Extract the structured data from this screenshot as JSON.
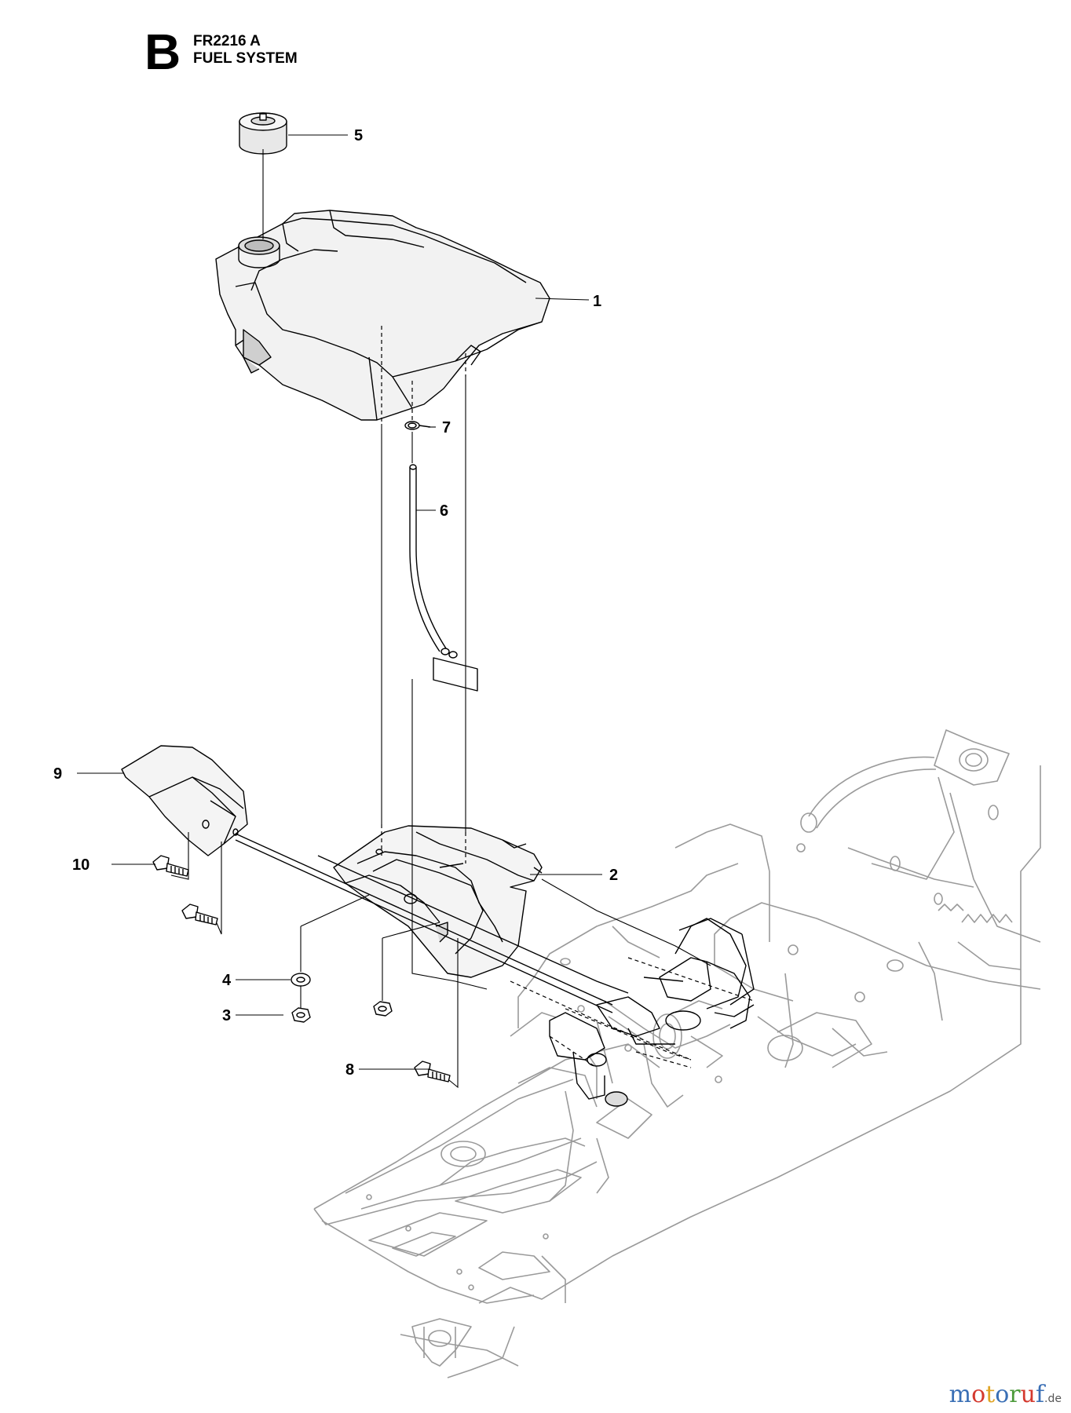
{
  "header": {
    "section_letter": "B",
    "model_code": "FR2216 A",
    "section_title": "FUEL SYSTEM"
  },
  "callouts": [
    "1",
    "2",
    "3",
    "4",
    "5",
    "6",
    "7",
    "8",
    "9",
    "10"
  ],
  "watermark": {
    "letters": [
      "m",
      "o",
      "t",
      "o",
      "r",
      "u",
      "f"
    ],
    "letter_colors": [
      "#3a6fb5",
      "#d43a2f",
      "#e0a526",
      "#3a6fb5",
      "#4c9a3a",
      "#d43a2f",
      "#3a6fb5"
    ],
    "tld": ".de"
  },
  "colors": {
    "line": "#000000",
    "frame_line": "#9a9a9a",
    "tank_shade": "#e6e6e6"
  }
}
